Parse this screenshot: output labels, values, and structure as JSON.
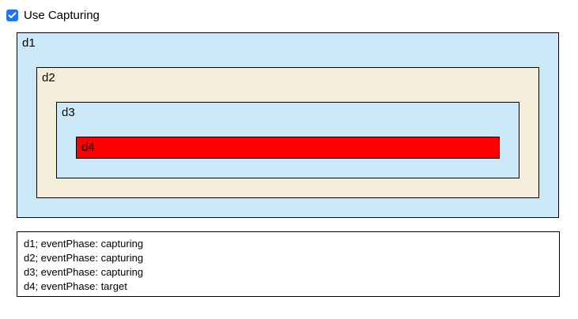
{
  "controls": {
    "checkbox": {
      "label": "Use Capturing",
      "checked": true
    }
  },
  "boxes": {
    "d1": {
      "label": "d1"
    },
    "d2": {
      "label": "d2"
    },
    "d3": {
      "label": "d3"
    },
    "d4": {
      "label": "d4"
    }
  },
  "log": {
    "lines": [
      "d1; eventPhase: capturing",
      "d2; eventPhase: capturing",
      "d3; eventPhase: capturing",
      "d4; eventPhase: target"
    ]
  },
  "colors": {
    "blue": "#cce9fa",
    "beige": "#f3edda",
    "red": "#fb0000",
    "accent": "#2173f2",
    "border": "#000000"
  }
}
